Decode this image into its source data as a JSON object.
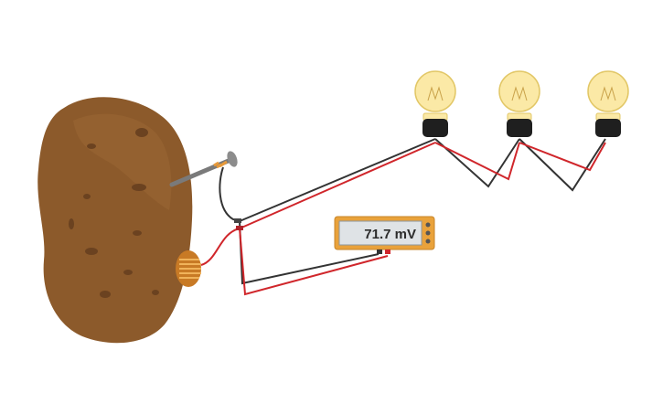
{
  "meter": {
    "reading": "71.7 mV",
    "body_color": "#e9a23b",
    "screen_color": "#dfe3e6"
  },
  "colors": {
    "wire_red": "#d0262b",
    "wire_black": "#333333",
    "copper": "#d7862a",
    "potato": "#8c5a2b",
    "potato_spot": "#6b4220",
    "bulb_glass": "#fbe9a6",
    "socket": "#1f1f1f"
  },
  "components": {
    "potato": "potato",
    "zinc_electrode": "galvanized-nail",
    "copper_electrode": "copper-coil",
    "bulbs": [
      "bulb-1",
      "bulb-2",
      "bulb-3"
    ],
    "meter": "voltmeter"
  }
}
